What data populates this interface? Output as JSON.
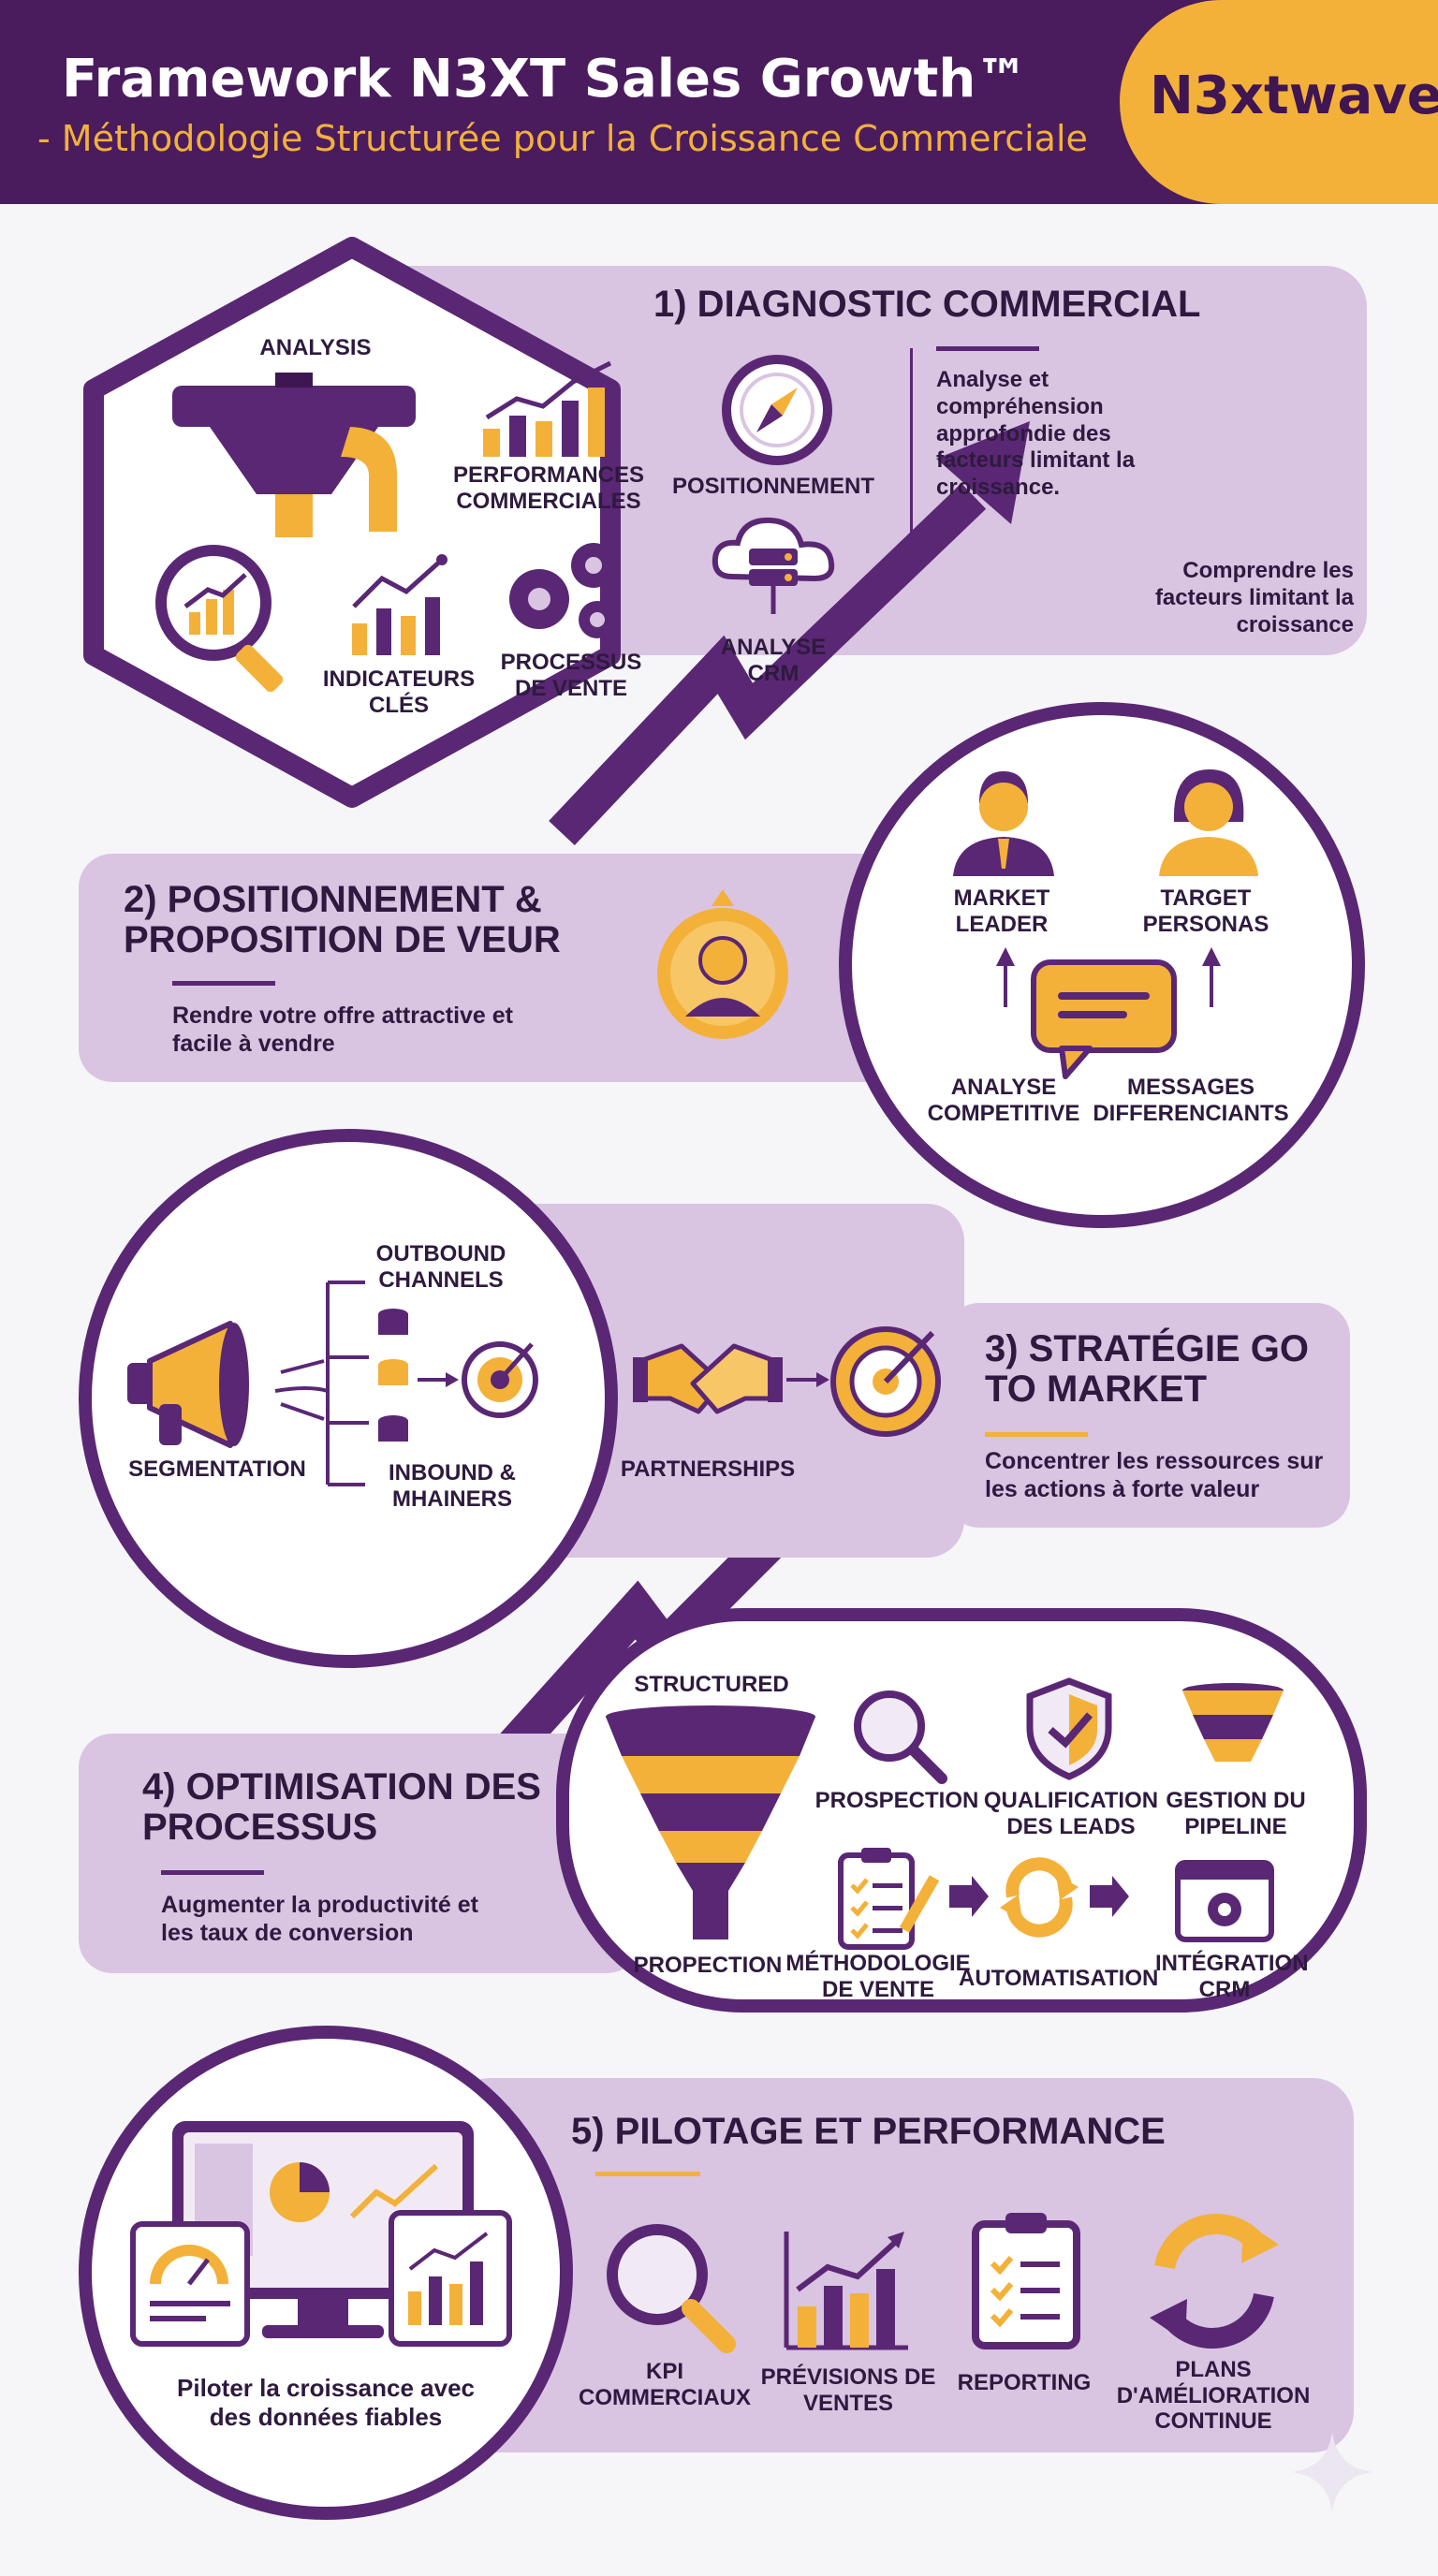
{
  "header": {
    "title": "Framework N3XT Sales Growth™",
    "subtitle": "- Méthodologie Structurée pour la Croissance Commerciale",
    "brand": "N3xtwave"
  },
  "colors": {
    "purple_dark": "#4a1c5e",
    "purple": "#5a2774",
    "lavender": "#d9c4e2",
    "orange": "#f3b13a",
    "white": "#ffffff"
  },
  "sections": {
    "diagnostic": {
      "title": "1) DIAGNOSTIC COMMERCIAL",
      "description": "Analyse et compréhension approfondie des facteurs limitant la croissance.",
      "tagline": "Comprendre les facteurs limitant la croissance",
      "items": [
        "ANALYSIS",
        "PERFORMANCES COMMERCIALES",
        "POSITIONNEMENT",
        "INDICATEURS CLÉS",
        "PROCESSUS DE VENTE",
        "ANALYSE CRM"
      ]
    },
    "positionnement": {
      "title": "2) POSITIONNEMENT & PROPOSITION DE VEUR",
      "description": "Rendre votre offre attractive et facile à vendre",
      "items": [
        "MARKET LEADER",
        "TARGET PERSONAS",
        "ANALYSE COMPETITIVE",
        "MESSAGES DIFFERENCIANTS"
      ]
    },
    "strategie": {
      "title": "3) STRATÉGIE GO TO MARKET",
      "description": "Concentrer les ressources sur les actions à forte valeur",
      "items": [
        "OUTBOUND CHANNELS",
        "SEGMENTATION",
        "INBOUND & MHAINERS",
        "PARTNERSHIPS"
      ]
    },
    "optimisation": {
      "title": "4) OPTIMISATION DES PROCESSUS",
      "description": "Augmenter la productivité et les taux de conversion",
      "items": [
        "STRUCTURED",
        "PROPECTION",
        "PROSPECTION",
        "QUALIFICATION DES LEADS",
        "GESTION DU PIPELINE",
        "MÉTHODOLOGIE DE VENTE",
        "AUTOMATISATION",
        "INTÉGRATION CRM"
      ]
    },
    "pilotage": {
      "title": "5) PILOTAGE ET PERFORMANCE",
      "description": "Piloter la croissance avec des données fiables",
      "items": [
        "KPI COMMERCIAUX",
        "PRÉVISIONS DE VENTES",
        "REPORTING",
        "PLANS D'AMÉLIORATION CONTINUE"
      ]
    }
  },
  "icons": [
    "pipeline-icon",
    "bar-chart-icon",
    "compass-icon",
    "magnifier-chart-icon",
    "line-chart-icon",
    "gears-icon",
    "cloud-server-icon",
    "growth-arrow-icon",
    "businessman-icon",
    "businesswoman-icon",
    "chat-bubble-icon",
    "person-badge-icon",
    "megaphone-icon",
    "database-icon",
    "target-icon",
    "handshake-icon",
    "funnel-icon",
    "search-icon",
    "shield-check-icon",
    "checklist-icon",
    "sync-icon",
    "crm-window-icon",
    "dashboard-devices-icon",
    "report-clipboard-icon",
    "cycle-arrows-icon",
    "sparkle-icon"
  ]
}
